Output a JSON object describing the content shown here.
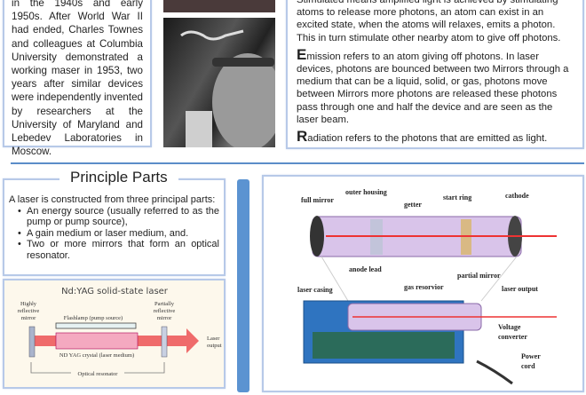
{
  "history": {
    "text": "in the 1940s and early 1950s. After World War II had ended, Charles Townes and colleagues at Columbia University demonstrated a working maser in 1953, two years after similar devices were independently invented by researchers at the University of Maryland and Lebedev Laboratories in Moscow."
  },
  "definitions": {
    "stimulated": "Stimulated means amplified light is achieved by stimulating atoms to release more photons, an atom can exist in an excited state, when the atoms will relaxes, emits a photon. This in turn stimulate other nearby atom to give off photons.",
    "emission_cap": "E",
    "emission": "mission refers to an atom giving off photons. In laser devices, photons are bounced between two Mirrors through a medium that can be a liquid, solid, or gas, photons move between Mirrors more photons are released these photons pass through one and half the device and are seen as the laser beam.",
    "radiation_cap": "R",
    "radiation": "adiation refers to the photons that are emitted as light."
  },
  "parts": {
    "title": "Principle Parts",
    "intro": "A laser is constructed from three principal parts:",
    "items": [
      "An energy source (usually referred to as the pump or pump source),",
      "A gain medium or laser medium, and.",
      "Two or more mirrors that form an optical resonator."
    ]
  },
  "yag": {
    "title": "Nd:YAG solid-state laser",
    "left_mirror": [
      "Highly",
      "reflective",
      "mirror"
    ],
    "right_mirror": [
      "Partially",
      "reflective",
      "mirror"
    ],
    "flashlamp": "Flashlamp (pump source)",
    "crystal": "ND YAG crystal (laser medium)",
    "output": [
      "Laser",
      "output"
    ],
    "resonator": "Optical resonator"
  },
  "tube": {
    "labels": {
      "full_mirror": "full mirror",
      "outer_housing": "outer housing",
      "getter": "getter",
      "start_ring": "start ring",
      "cathode": "cathode",
      "anode_lead": "anode lead",
      "partial_mirror": "partial mirror",
      "gas_reservoir": "gas resorvior",
      "laser_output": "laser output",
      "laser_casing": "laser casing",
      "voltage": "Voltage",
      "converter": "converter",
      "power": "Power",
      "cord": "cord"
    }
  }
}
